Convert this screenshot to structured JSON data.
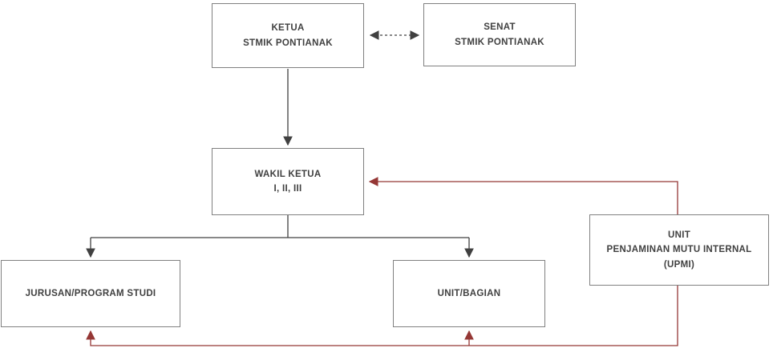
{
  "diagram": {
    "type": "org-chart",
    "nodes": {
      "ketua": {
        "lines": [
          "KETUA",
          "STMIK PONTIANAK"
        ]
      },
      "senat": {
        "lines": [
          "SENAT",
          "STMIK PONTIANAK"
        ]
      },
      "wakil": {
        "lines": [
          "WAKIL KETUA",
          "I, II, III"
        ]
      },
      "upmi": {
        "lines": [
          "UNIT",
          "PENJAMINAN MUTU INTERNAL",
          "(UPMI)"
        ]
      },
      "jurusan": {
        "lines": [
          "JURUSAN/PROGRAM STUDI"
        ]
      },
      "unit_bagian": {
        "lines": [
          "UNIT/BAGIAN"
        ]
      }
    },
    "edges": [
      {
        "from": "ketua",
        "to": "senat",
        "style": "dashed",
        "arrows": "both",
        "color": "dark"
      },
      {
        "from": "ketua",
        "to": "wakil",
        "style": "solid",
        "arrows": "end",
        "color": "dark"
      },
      {
        "from": "wakil",
        "to": "jurusan",
        "style": "solid",
        "arrows": "end",
        "color": "dark"
      },
      {
        "from": "wakil",
        "to": "unit_bagian",
        "style": "solid",
        "arrows": "end",
        "color": "dark"
      },
      {
        "from": "upmi",
        "to": "wakil",
        "style": "solid",
        "arrows": "end",
        "color": "red"
      },
      {
        "from": "upmi",
        "to": "jurusan",
        "style": "solid",
        "arrows": "end",
        "color": "red"
      },
      {
        "from": "upmi",
        "to": "unit_bagian",
        "style": "solid",
        "arrows": "end",
        "color": "red"
      }
    ],
    "colors": {
      "box_border": "#808080",
      "box_fill": "#ffffff",
      "text": "#404040",
      "connector_dark": "#404040",
      "connector_red": "#953735"
    }
  }
}
